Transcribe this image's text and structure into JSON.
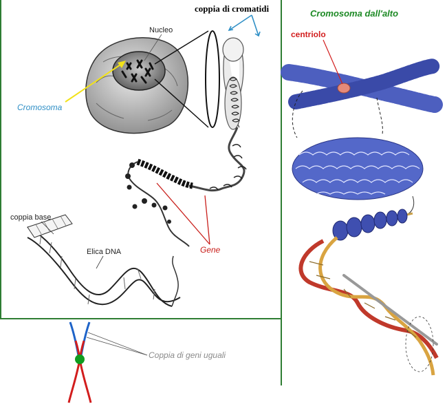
{
  "labels": {
    "coppia_cromatidi": "coppia di cromatidi",
    "nucleo": "Nucleo",
    "cromosoma": "Cromosoma",
    "coppia_base": "coppia base",
    "elica_dna": "Elica DNA",
    "gene": "Gene",
    "cromosoma_dall_alto": "Cromosoma dall'alto",
    "centriolo": "centriolo",
    "coppia_geni_uguali": "Coppia di geni uguali"
  },
  "colors": {
    "divider_green": "#2e7d32",
    "gene_red": "#c9201c",
    "cromosoma_blue": "#2f8fc6",
    "chromatin_blue": "#4d5fbf",
    "centriolo_pink": "#e58a7a",
    "helix_red": "#c0392b",
    "helix_gold": "#d9a441"
  }
}
